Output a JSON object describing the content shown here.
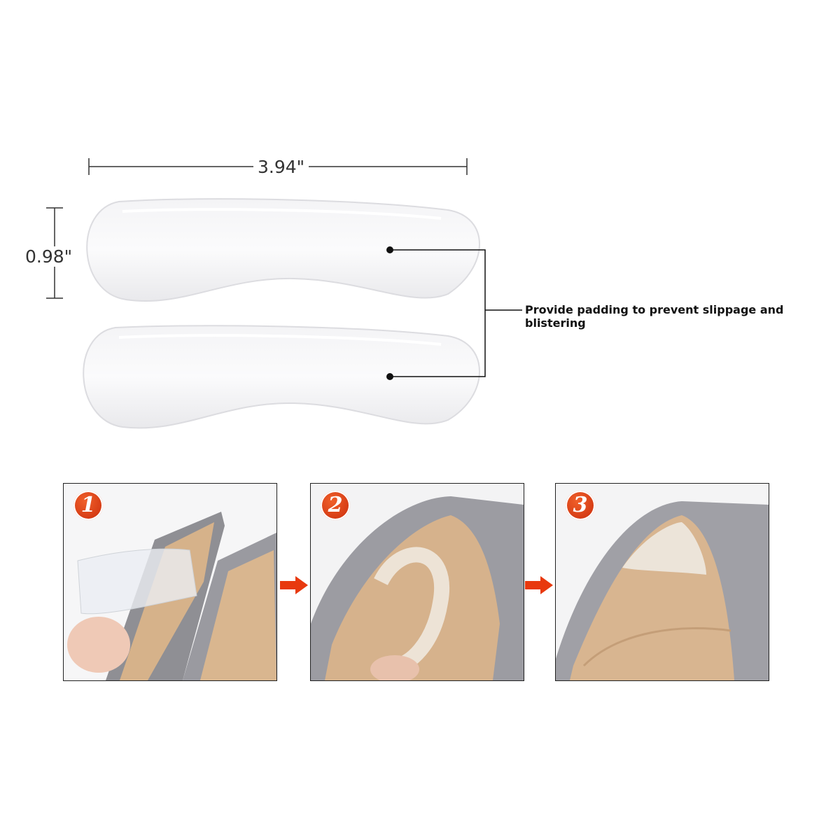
{
  "dimensions": {
    "length": "3.94\"",
    "height": "0.98\""
  },
  "callout": "Provide padding to prevent slippage and blistering",
  "steps": [
    {
      "number": "1"
    },
    {
      "number": "2"
    },
    {
      "number": "3"
    }
  ],
  "colors": {
    "badge": "#d8350f",
    "arrow": "#e8390e",
    "insole": "#d7b48e",
    "shoe": "#9a9a9c"
  }
}
